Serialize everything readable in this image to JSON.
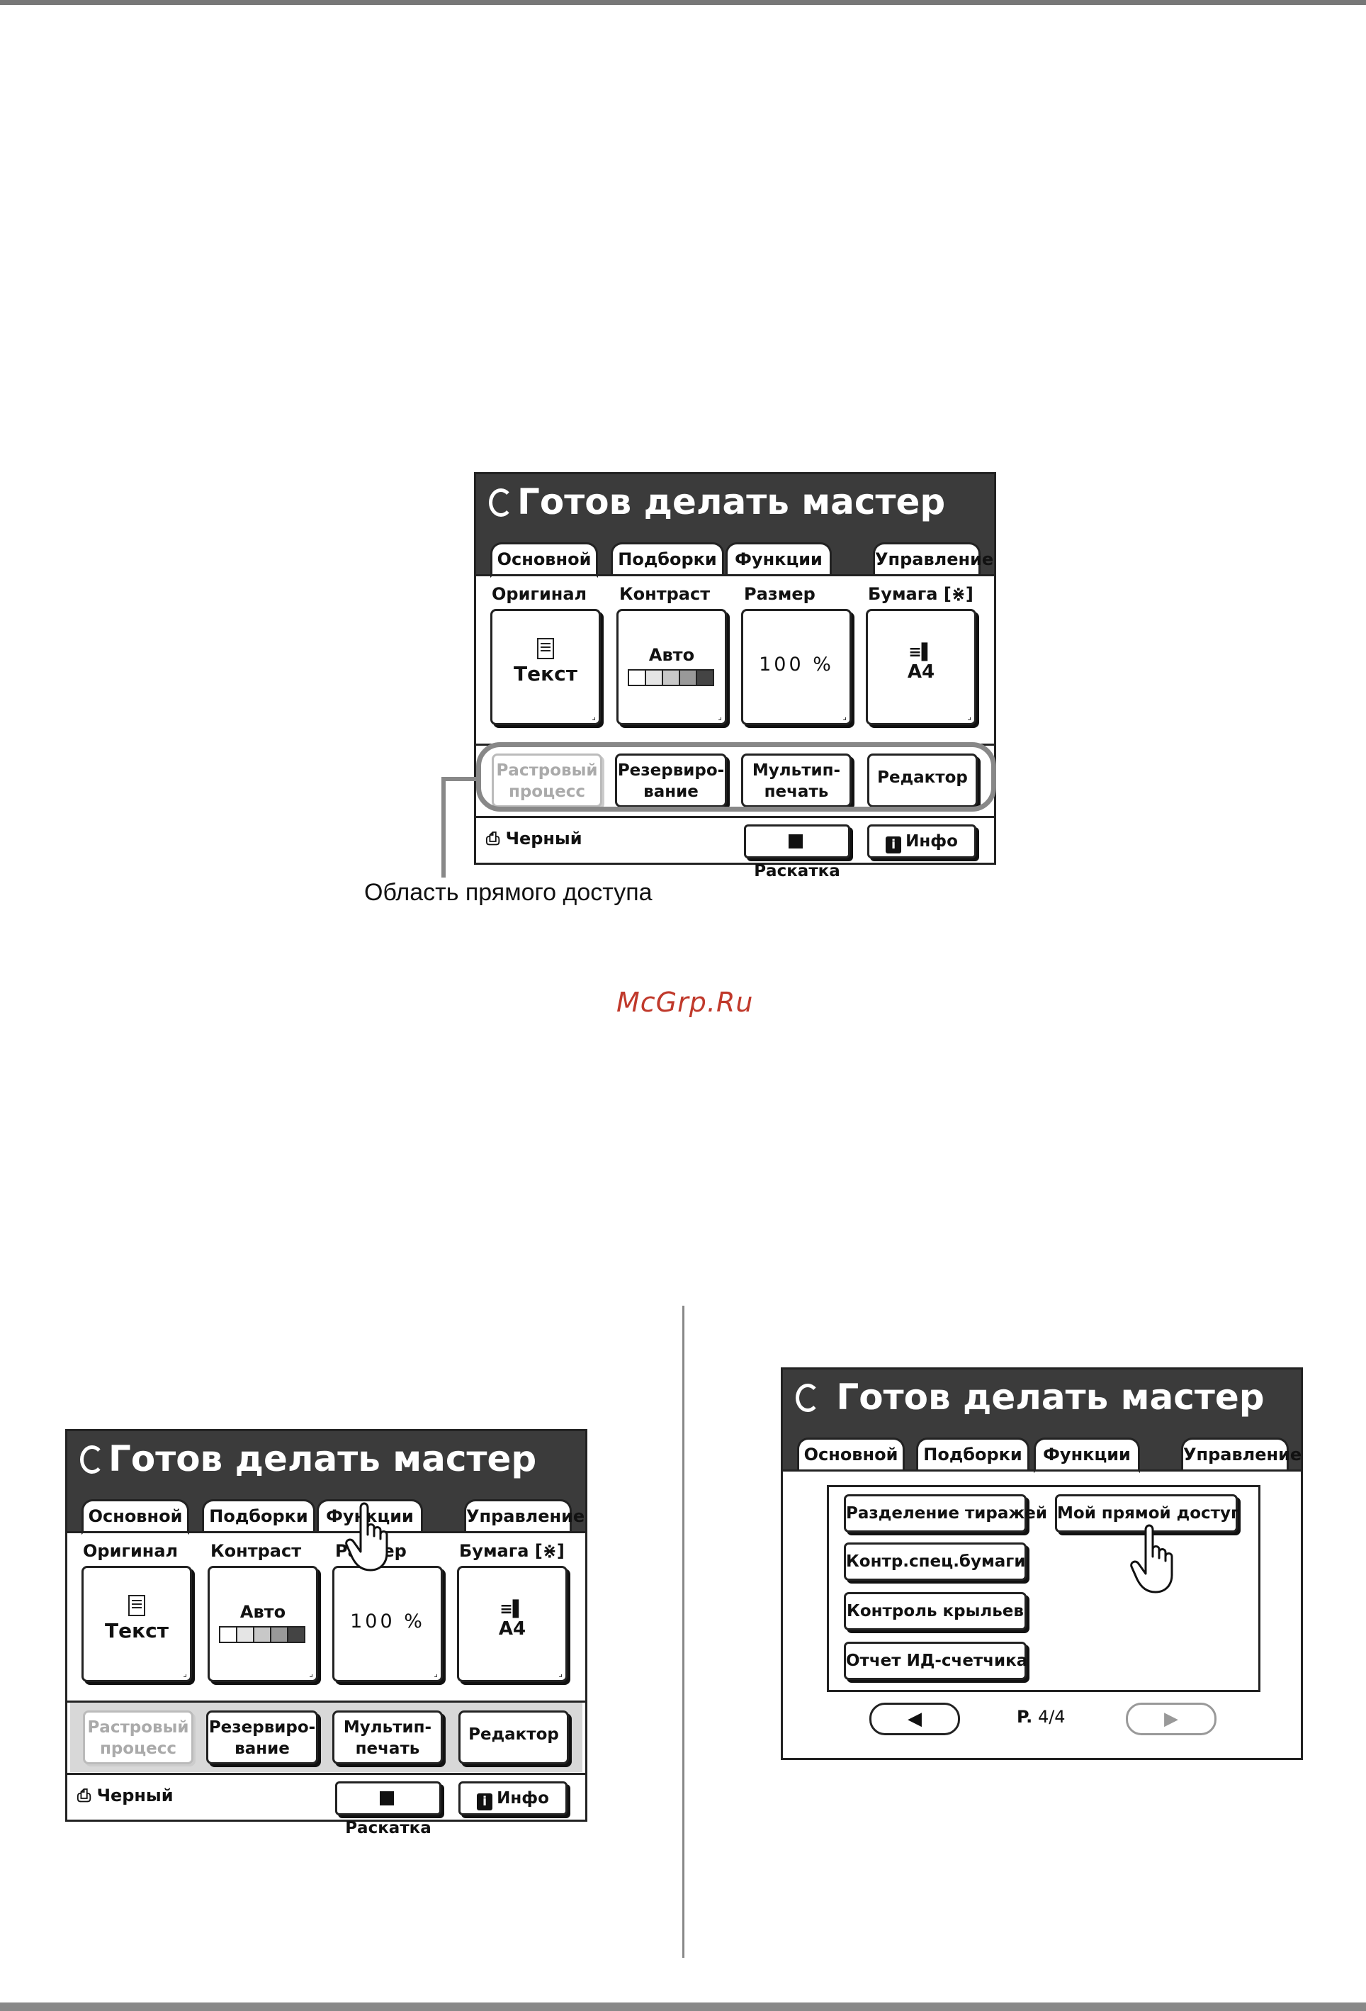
{
  "watermark": "McGrp.Ru",
  "callout_label": "Область прямого доступа",
  "main_screen": {
    "title": "Готов делать мастер",
    "tabs": [
      "Основной",
      "Подборки",
      "Функции",
      "Управление"
    ],
    "settings": {
      "original": {
        "label": "Оригинал",
        "value": "Текст"
      },
      "contrast": {
        "label": "Контраст",
        "value": "Авто"
      },
      "size": {
        "label": "Размер",
        "value": "100 %"
      },
      "paper": {
        "label": "Бумага [⋇]",
        "value": "A4"
      }
    },
    "direct_access": [
      "Растровый процесс",
      "Резервиро-вание",
      "Мультип-печать",
      "Редактор"
    ],
    "direct_access_lines": [
      [
        "Растровый",
        "процесс"
      ],
      [
        "Резервиро-",
        "вание"
      ],
      [
        "Мультип-",
        "печать"
      ],
      [
        "Редактор"
      ]
    ],
    "footer": {
      "color_label": "Черный",
      "proof_label": "Раскатка",
      "info_label": "Инфо"
    }
  },
  "functions_screen": {
    "title": "Готов делать мастер",
    "tabs": [
      "Основной",
      "Подборки",
      "Функции",
      "Управление"
    ],
    "items": [
      "Разделение тиражей",
      "Контр.спец.бумаги",
      "Контроль крыльев",
      "Отчет ИД-счетчика",
      "Мой прямой доступ"
    ],
    "page_prefix": "P.",
    "page": "4/4",
    "prev_icon": "◀",
    "next_icon": "▶"
  }
}
